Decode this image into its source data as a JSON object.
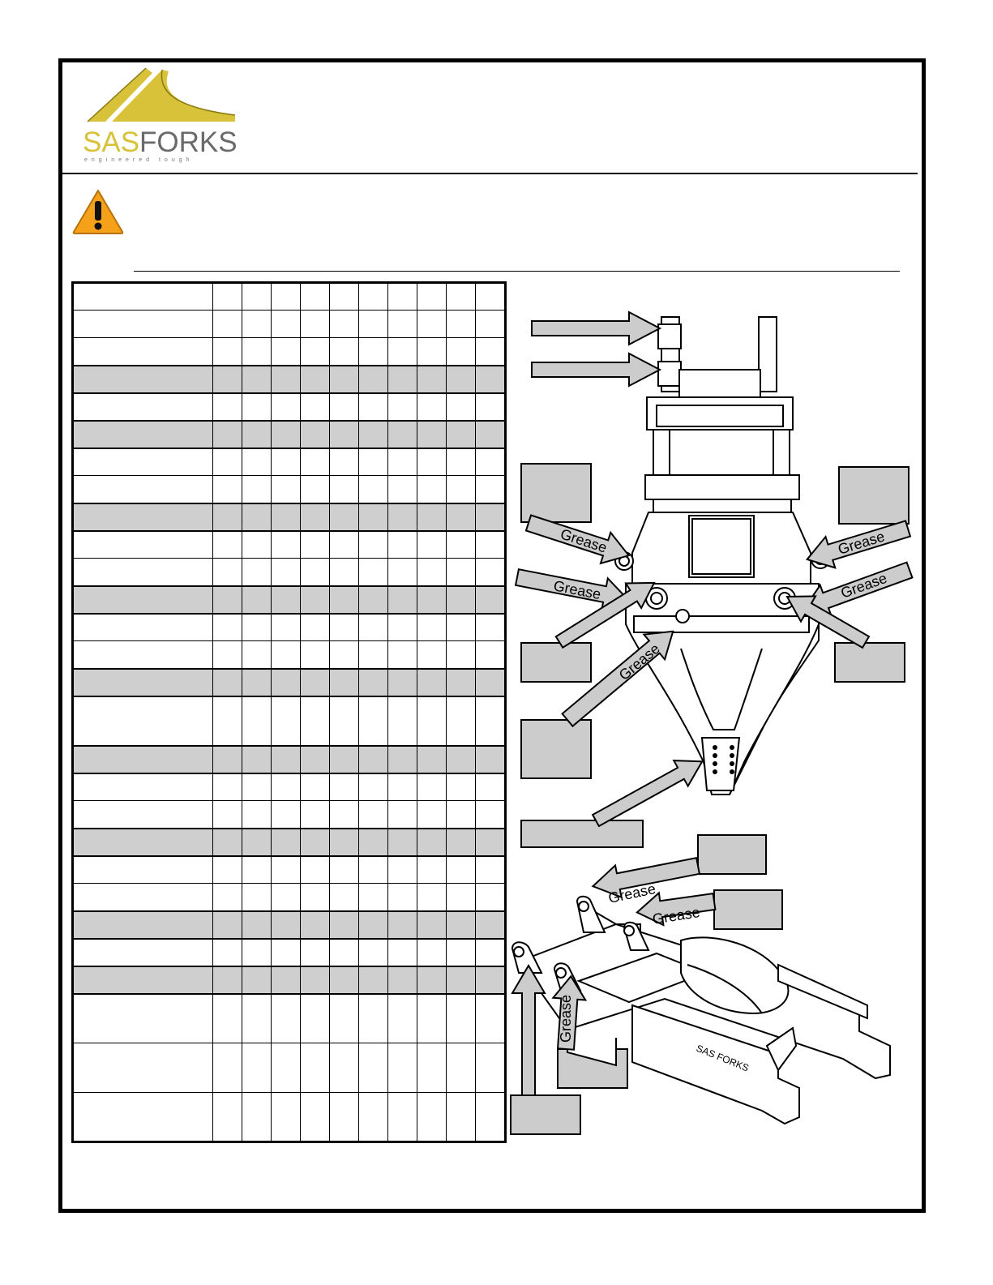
{
  "brand": {
    "name_part1": "SAS",
    "name_part2": "FORKS",
    "tagline": "engineered tough",
    "colors": {
      "gold": "#d8c23a",
      "grey": "#6a6a6a"
    }
  },
  "warning_icon": "warning-triangle-icon",
  "grid": {
    "column_count": 10,
    "rows": [
      {
        "shaded": false,
        "tall": false
      },
      {
        "shaded": false,
        "tall": false
      },
      {
        "shaded": false,
        "tall": false
      },
      {
        "shaded": true,
        "tall": false
      },
      {
        "shaded": false,
        "tall": false
      },
      {
        "shaded": true,
        "tall": false
      },
      {
        "shaded": false,
        "tall": false
      },
      {
        "shaded": false,
        "tall": false
      },
      {
        "shaded": true,
        "tall": false
      },
      {
        "shaded": false,
        "tall": false
      },
      {
        "shaded": false,
        "tall": false
      },
      {
        "shaded": true,
        "tall": false
      },
      {
        "shaded": false,
        "tall": false
      },
      {
        "shaded": false,
        "tall": false
      },
      {
        "shaded": true,
        "tall": false
      },
      {
        "shaded": false,
        "tall": true
      },
      {
        "shaded": true,
        "tall": false
      },
      {
        "shaded": false,
        "tall": false
      },
      {
        "shaded": false,
        "tall": false
      },
      {
        "shaded": true,
        "tall": false
      },
      {
        "shaded": false,
        "tall": false
      },
      {
        "shaded": false,
        "tall": false
      },
      {
        "shaded": true,
        "tall": false
      },
      {
        "shaded": false,
        "tall": false
      },
      {
        "shaded": true,
        "tall": false
      },
      {
        "shaded": false,
        "tall": true
      },
      {
        "shaded": false,
        "tall": true
      },
      {
        "shaded": false,
        "tall": true
      }
    ]
  },
  "diagram": {
    "grease_label": "Grease",
    "callout_fill": "#cccccc"
  }
}
